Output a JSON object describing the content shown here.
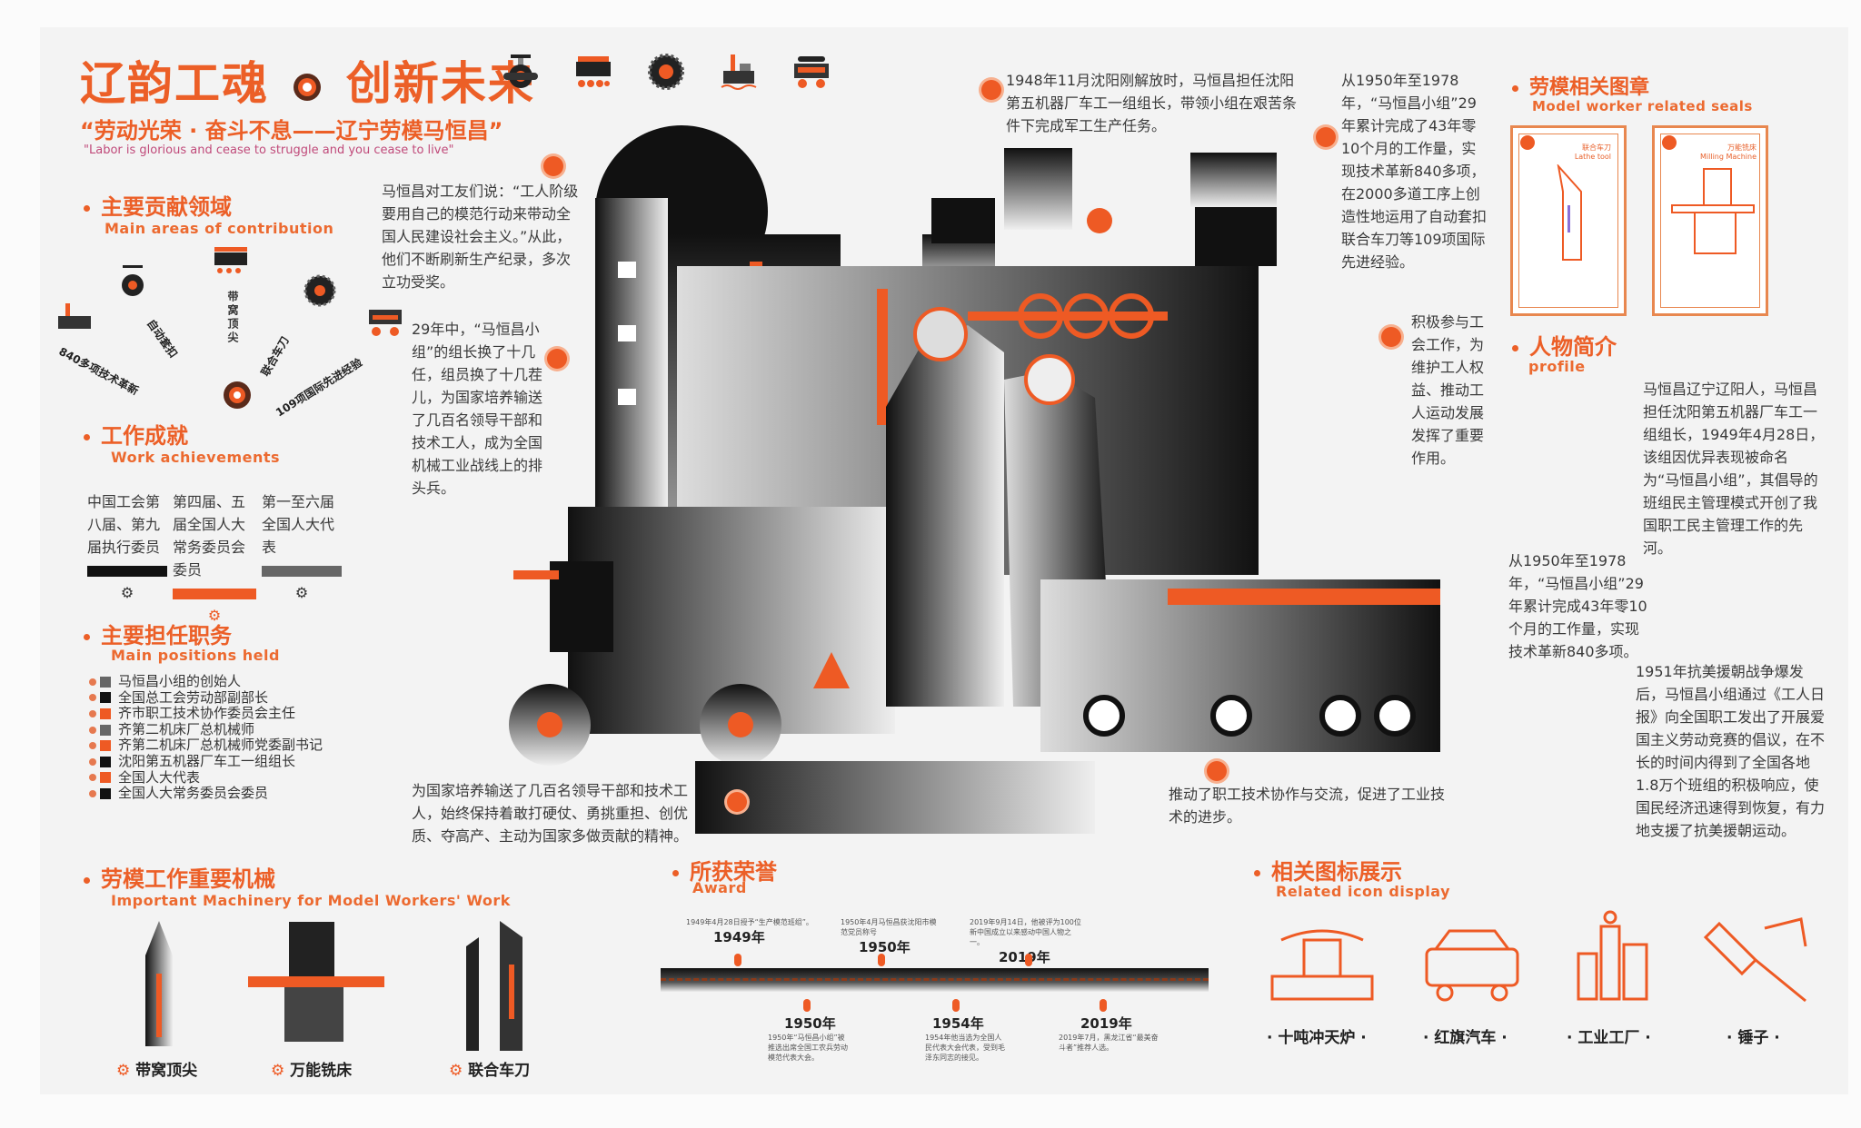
{
  "header": {
    "title_left": "辽韵工魂",
    "title_right": "创新未来",
    "subtitle": "“劳动光荣 · 奋斗不息——辽宁劳模马恒昌”",
    "subtitle_en": "\"Labor is glorious and cease to struggle and you cease to live\""
  },
  "contribution": {
    "title": "主要贡献领域",
    "title_en": "Main areas of contribution",
    "labels": [
      "840多项技术革新",
      "自动套扣",
      "带窝顶尖",
      "联合车刀",
      "109项国际先进经验"
    ]
  },
  "achievements": {
    "title": "工作成就",
    "title_en": "Work achievements",
    "columns": [
      {
        "text": "中国工会第八届、第九届执行委员",
        "color": "#111111"
      },
      {
        "text": "第四届、五届全国人大常务委员会委员",
        "color": "#ee5a24"
      },
      {
        "text": "第一至六届全国人大代表",
        "color": "#666666"
      }
    ]
  },
  "positions": {
    "title": "主要担任职务",
    "title_en": "Main positions held",
    "items": [
      {
        "label": "马恒昌小组的创始人",
        "color": "#666666"
      },
      {
        "label": "全国总工会劳动部副部长",
        "color": "#111111"
      },
      {
        "label": "齐市职工技术协作委员会主任",
        "color": "#ee5a24"
      },
      {
        "label": "齐第二机床厂总机械师",
        "color": "#666666"
      },
      {
        "label": "齐第二机床厂总机械师党委副书记",
        "color": "#ee5a24"
      },
      {
        "label": "沈阳第五机器厂车工一组组长",
        "color": "#111111"
      },
      {
        "label": "全国人大代表",
        "color": "#ee5a24"
      },
      {
        "label": "全国人大常务委员会委员",
        "color": "#111111"
      }
    ]
  },
  "stories": {
    "s1948": "1948年11月沈阳刚解放时，马恒昌担任沈阳第五机器厂车工一组组长，带领小组在艰苦条件下完成军工生产任务。",
    "s1950_1978": "从1950年至1978年，“马恒昌小组”29年累计完成了43年零10个月的工作量，实现技术革新840多项，在2000多道工序上创造性地运用了自动套扣联合车刀等109项国际先进经验。",
    "quote": "马恒昌对工友们说：“工人阶级要用自己的模范行动来带动全国人民建设社会主义。”从此，他们不断刷新生产纪录，多次立功受奖。",
    "leaders": "29年中，“马恒昌小组”的组长换了十几任，组员换了十几茬儿，为国家培养输送了几百名领导干部和技术工人，成为全国机械工业战线上的排头兵。",
    "union": "积极参与工会工作，为维护工人权益、推动工人运动发展发挥了重要作用。",
    "spirit": "为国家培养输送了几百名领导干部和技术工人，始终保持着敢打硬仗、勇挑重担、创优质、夺高产、主动为国家多做贡献的精神。",
    "tech": "推动了职工技术协作与交流，促进了工业技术的进步。"
  },
  "seals": {
    "title": "劳模相关图章",
    "title_en": "Model worker related seals",
    "cards": [
      {
        "name": "联合车刀",
        "name_en": "Lathe tool"
      },
      {
        "name": "万能铣床",
        "name_en": "Milling Machine"
      }
    ]
  },
  "profile": {
    "title": "人物简介",
    "title_en": "profile",
    "bio": "马恒昌辽宁辽阳人，马恒昌担任沈阳第五机器厂车工一组组长，1949年4月28日，该组因优异表现被命名为“马恒昌小组”，其倡导的班组民主管理模式开创了我国职工民主管理工作的先河。",
    "work": "从1950年至1978年，“马恒昌小组”29年累计完成43年零10个月的工作量，实现技术革新840多项。",
    "war": "1951年抗美援朝战争爆发后，马恒昌小组通过《工人日报》向全国职工发出了开展爱国主义劳动竞赛的倡议，在不长的时间内得到了全国各地1.8万个班组的积极响应，使国民经济迅速得到恢复，有力地支援了抗美援朝运动。"
  },
  "machinery": {
    "title": "劳模工作重要机械",
    "title_en": "Important Machinery for Model Workers' Work",
    "items": [
      "带窝顶尖",
      "万能铣床",
      "联合车刀"
    ]
  },
  "award": {
    "title": "所获荣誉",
    "title_en": "Award",
    "top": [
      {
        "year": "1949年",
        "text": "1949年4月28日授予“生产模范班组”。"
      },
      {
        "year": "1950年",
        "text": "1950年4月马恒昌获沈阳市模范党员称号"
      },
      {
        "year": "2019年",
        "text": "2019年9月14日，他被评为100位新中国成立以来感动中国人物之一。"
      }
    ],
    "bottom": [
      {
        "year": "1950年",
        "text": "1950年“马恒昌小组”被推选出席全国工农兵劳动模范代表大会。"
      },
      {
        "year": "1954年",
        "text": "1954年他当选为全国人民代表大会代表，受到毛泽东同志的接见。"
      },
      {
        "year": "2019年",
        "text": "2019年7月，黑龙江省“最美奋斗者”推荐人选。"
      }
    ]
  },
  "icons": {
    "title": "相关图标展示",
    "title_en": "Related  icon display",
    "items": [
      "十吨冲天炉",
      "红旗汽车",
      "工业工厂",
      "锤子"
    ]
  },
  "colors": {
    "accent": "#ee5a24",
    "dark": "#111111",
    "grey": "#666666"
  }
}
